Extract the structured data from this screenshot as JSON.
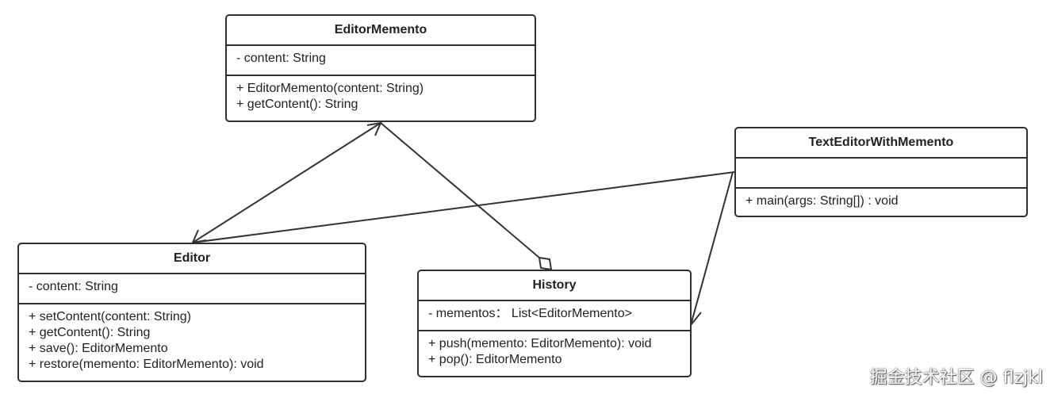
{
  "classes": {
    "editor_memento": {
      "name": "EditorMemento",
      "attributes": [
        "- content: String"
      ],
      "methods": [
        "+ EditorMemento(content: String)",
        "+ getContent(): String"
      ]
    },
    "text_editor_with_memento": {
      "name": "TextEditorWithMemento",
      "attributes": [],
      "methods": [
        "+ main(args: String[]) : void"
      ]
    },
    "editor": {
      "name": "Editor",
      "attributes": [
        "- content: String"
      ],
      "methods": [
        "+ setContent(content: String)",
        "+ getContent(): String",
        "+ save(): EditorMemento",
        "+ restore(memento: EditorMemento): void"
      ]
    },
    "history": {
      "name": "History",
      "attributes": [
        "- mementos： List<EditorMemento>"
      ],
      "methods": [
        "+ push(memento: EditorMemento): void",
        "+ pop(): EditorMemento"
      ]
    }
  },
  "relations": [
    {
      "type": "association",
      "from": "Editor",
      "to": "EditorMemento"
    },
    {
      "type": "aggregation",
      "from": "EditorMemento",
      "to": "History"
    },
    {
      "type": "association",
      "from": "TextEditorWithMemento",
      "to": "Editor"
    },
    {
      "type": "association",
      "from": "TextEditorWithMemento",
      "to": "History"
    }
  ],
  "watermark": "掘金技术社区 @ flzjkl"
}
